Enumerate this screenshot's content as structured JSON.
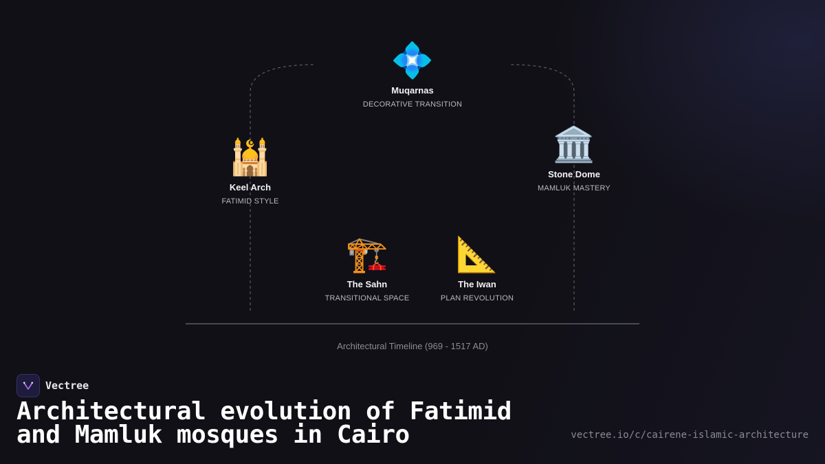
{
  "diagram": {
    "nodes": [
      {
        "id": "muqarnas",
        "icon": "💠",
        "icon_name": "diamond-shape-icon",
        "title": "Muqarnas",
        "subtitle": "DECORATIVE TRANSITION"
      },
      {
        "id": "keel-arch",
        "icon": "🕌",
        "icon_name": "mosque-icon",
        "title": "Keel Arch",
        "subtitle": "FATIMID STYLE"
      },
      {
        "id": "stone-dome",
        "icon": "🏛️",
        "icon_name": "classical-building-icon",
        "title": "Stone Dome",
        "subtitle": "MAMLUK MASTERY"
      },
      {
        "id": "sahn",
        "icon": "🏗️",
        "icon_name": "construction-crane-icon",
        "title": "The Sahn",
        "subtitle": "TRANSITIONAL SPACE"
      },
      {
        "id": "iwan",
        "icon": "📐",
        "icon_name": "triangular-ruler-icon",
        "title": "The Iwan",
        "subtitle": "PLAN REVOLUTION"
      }
    ],
    "timeline_label": "Architectural Timeline (969 - 1517 AD)"
  },
  "brand": {
    "name": "Vectree",
    "logo_icon": "vectree-logo-icon"
  },
  "headline": "Architectural evolution of Fatimid and Mamluk mosques in Cairo",
  "url": "vectree.io/c/cairene-islamic-architecture",
  "colors": {
    "background": "#111016",
    "accent": "#8b5cf6",
    "line": "#4a4950"
  }
}
